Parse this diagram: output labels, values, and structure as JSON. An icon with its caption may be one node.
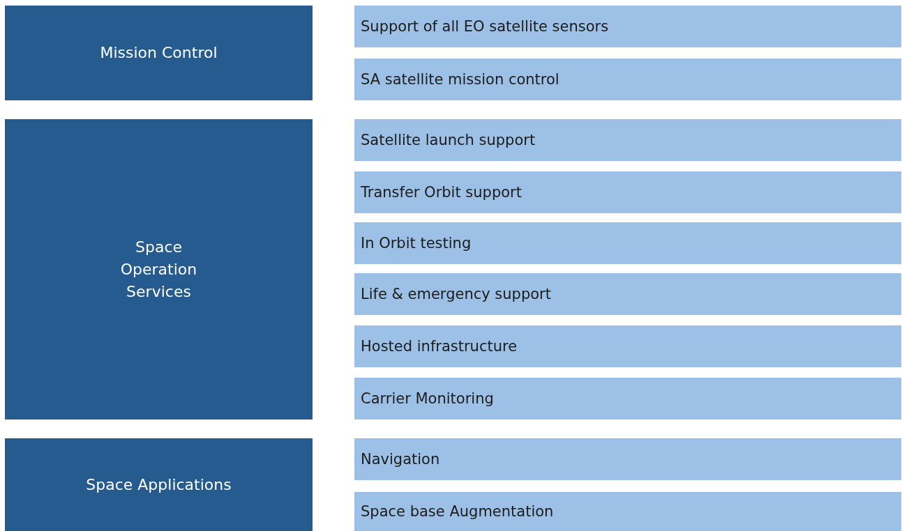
{
  "diagram": {
    "nodes": [
      {
        "text": [
          "Mission Control"
        ]
      },
      {
        "text": [
          "Support of all EO satellite sensors"
        ]
      },
      {
        "text": [
          "SA satellite mission control"
        ]
      },
      {
        "text": [
          "Space Operation Services"
        ]
      },
      {
        "text": [
          "Satellite launch support"
        ]
      },
      {
        "text": [
          "Transfer Orbit support"
        ]
      },
      {
        "text": [
          "In Orbit testing"
        ]
      },
      {
        "text": [
          "Life & emergency support"
        ]
      },
      {
        "text": [
          "Hosted infrastructure"
        ]
      },
      {
        "text": [
          "Carrier Monitoring"
        ]
      },
      {
        "text": [
          "Space Applications"
        ]
      },
      {
        "text": [
          "Navigation"
        ]
      },
      {
        "text": [
          "Space base Augmentation"
        ]
      }
    ]
  }
}
